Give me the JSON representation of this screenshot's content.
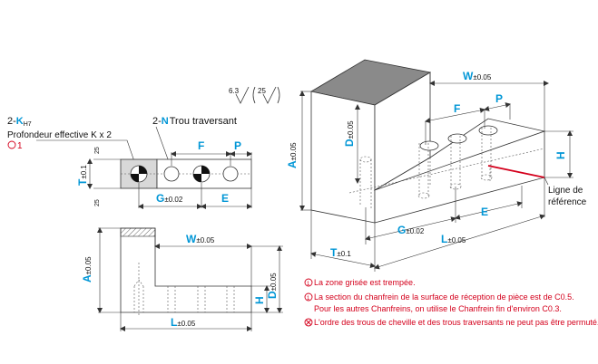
{
  "surface_symbols": {
    "left": "6.3",
    "right": "25"
  },
  "left_top": {
    "hole_k": {
      "prefix": "2-",
      "letter": "K",
      "fit": "H7"
    },
    "depth_text": "Profondeur effective K x 2",
    "note_ref": "1",
    "hole_n": {
      "prefix": "2-",
      "letter": "N",
      "label": "Trou traversant"
    },
    "dims": {
      "F": "F",
      "P": "P",
      "T": "T",
      "T_tol": "±0.1",
      "G": "G",
      "G_tol": "±0.02",
      "E": "E",
      "d1": "25",
      "d2": "25"
    }
  },
  "left_bottom": {
    "dims": {
      "W": "W",
      "W_tol": "±0.05",
      "A": "A",
      "A_tol": "±0.05",
      "D": "D",
      "D_tol": "±0.05",
      "H": "H",
      "L": "L",
      "L_tol": "±0.05"
    }
  },
  "iso": {
    "dims": {
      "W": "W",
      "W_tol": "±0.05",
      "F": "F",
      "P": "P",
      "D": "D",
      "D_tol": "±0.05",
      "A": "A",
      "A_tol": "±0.05",
      "H": "H",
      "T": "T",
      "T_tol": "±0.1",
      "G": "G",
      "G_tol": "±0.02",
      "E": "E",
      "L": "L",
      "L_tol": "±0.05"
    },
    "reference_line": [
      "Ligne de",
      "référence"
    ],
    "colors": {
      "reference": "#d4001c",
      "hardened": "#8a8a8a"
    }
  },
  "notes": [
    {
      "icon": "note-1-icon",
      "text": "La zone grisée est trempée."
    },
    {
      "icon": "note-1-icon",
      "text": "La section du chanfrein de la surface de réception de pièce est de C0.5."
    },
    {
      "icon": "",
      "text": "Pour les autres Chanfreins, on utilise le Chanfrein fin d'environ C0.3."
    },
    {
      "icon": "prohibit-icon",
      "text": "L'ordre des trous de cheville et des trous traversants ne peut pas être permuté."
    }
  ],
  "accent_colors": {
    "dimension_letter": "#0096d6",
    "note_text": "#d4001c"
  }
}
